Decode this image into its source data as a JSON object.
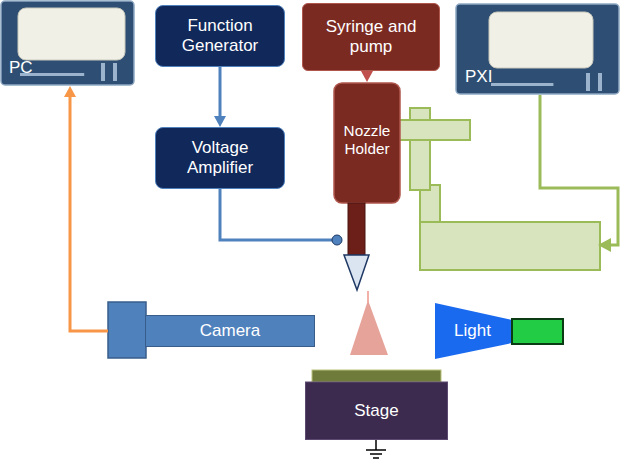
{
  "diagram": {
    "nodes": [
      {
        "text": [
          "PC"
        ]
      },
      {
        "text": [
          "Function Generator"
        ]
      },
      {
        "text": [
          "Syringe and pump"
        ]
      },
      {
        "text": [
          "PXI"
        ]
      },
      {
        "text": [
          "Voltage Amplifier"
        ]
      },
      {
        "text": [
          "Nozzle Holder"
        ]
      },
      {
        "text": [
          "Camera"
        ]
      },
      {
        "text": [
          "Light"
        ]
      },
      {
        "text": [
          "Stage"
        ]
      }
    ],
    "edges": [
      {
        "from": 1,
        "to": 4,
        "arrow": "to"
      },
      {
        "from": 2,
        "to": 5,
        "arrow": "to"
      },
      {
        "from": 4,
        "to": 5,
        "arrow": "none"
      },
      {
        "from": 6,
        "to": 0,
        "arrow": "to"
      }
    ]
  }
}
